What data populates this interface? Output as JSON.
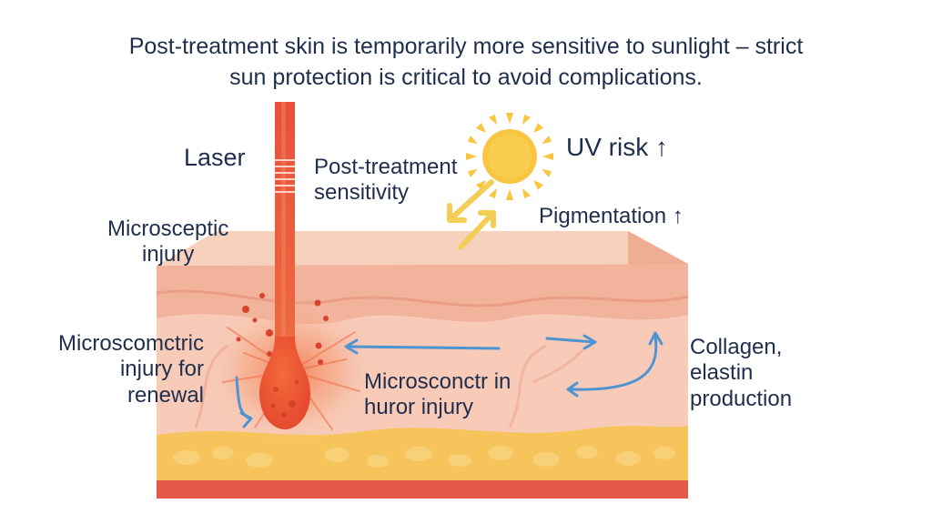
{
  "caption": {
    "line1": "Post-treatment skin is temporarily more sensitive to sunlight – strict",
    "line2": "sun protection is critical to avoid complications."
  },
  "labels": {
    "laser": "Laser",
    "sensitivity_line1": "Post-treatment",
    "sensitivity_line2": "sensitivity",
    "uv_risk": "UV risk ↑",
    "pigmentation": "Pigmentation ↑",
    "microsceptic_line1": "Microsceptic",
    "microsceptic_line2": "injury",
    "microscomctric_line1": "Microscomctric",
    "microscomctric_line2": "injury for",
    "microscomctric_line3": "renewal",
    "microsconctr_line1": "Microsconctr in",
    "microsconctr_line2": "huror injury",
    "collagen_line1": "Collagen,",
    "collagen_line2": "elastin",
    "collagen_line3": "production"
  },
  "colors": {
    "text": "#1f2e4d",
    "laser": "#e8503a",
    "sun": "#f7c540",
    "uv_arrow": "#f3cd55",
    "flow_arrow": "#4f94d2",
    "epidermis": "#f6c9b0",
    "dermis": "#f7cbb8",
    "fat": "#f7c45c",
    "base": "#e5584a"
  },
  "icons": [
    "sun-icon",
    "laser-beam-icon",
    "uv-arrow-icon",
    "flow-arrow-icon"
  ]
}
